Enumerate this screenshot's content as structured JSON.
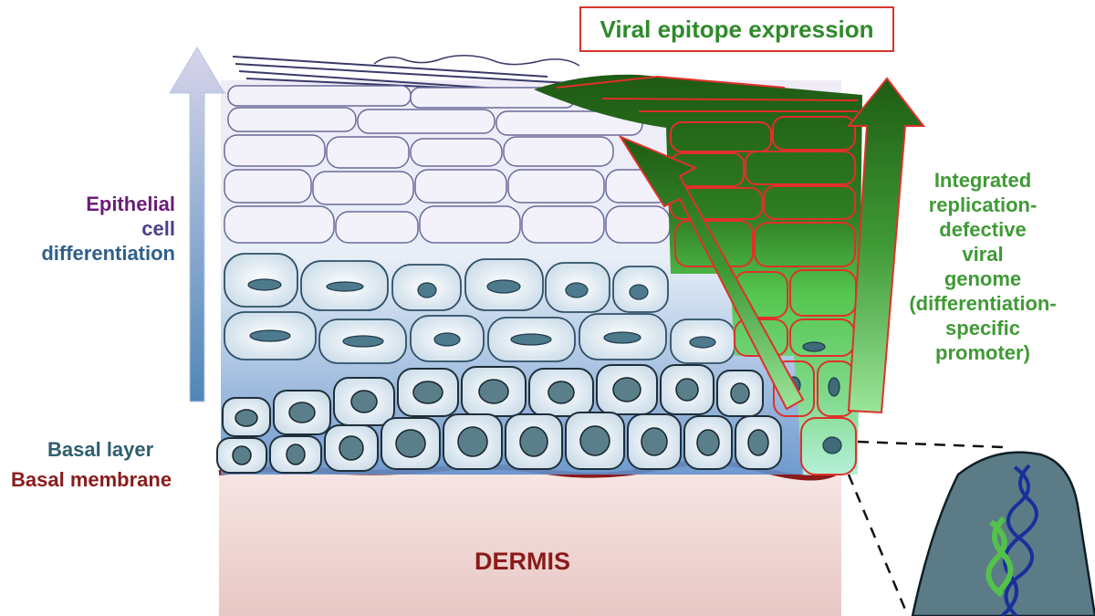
{
  "header": {
    "title": "Viral epitope expression"
  },
  "labels": {
    "epithelial_line1": "Epithelial",
    "epithelial_line2": "cell",
    "epithelial_line3": "differentiation",
    "basal_layer": "Basal layer",
    "basal_membrane": "Basal membrane",
    "dermis": "DERMIS",
    "genome_lines": [
      "Integrated",
      "replication-",
      "defective",
      "viral",
      "genome",
      "(differentiation-",
      "specific",
      "promoter)"
    ]
  },
  "colors": {
    "viral_green_dark": "#1e5c14",
    "viral_green_mid": "#3fae3f",
    "viral_green_light": "#8de08a",
    "infected_outline": "#e0302a",
    "basal_membrane": "#8a1b1b",
    "dermis": "#efd6d4",
    "arrow_blue": "#5a86b8",
    "epithelial_purple": "#6a1d7a",
    "differentiation_blue": "#2f5f8a"
  }
}
